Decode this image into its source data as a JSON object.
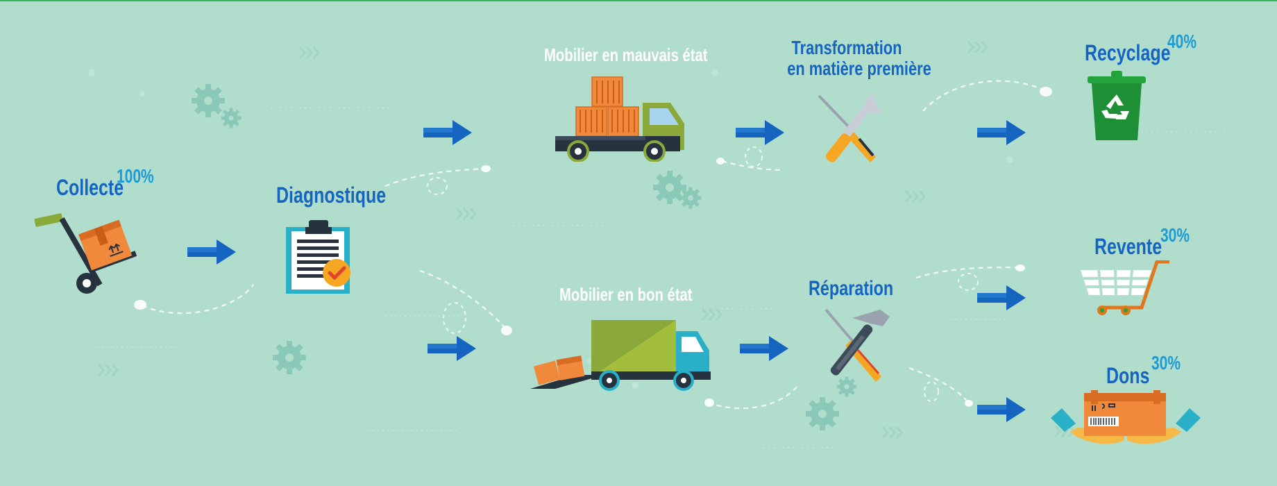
{
  "steps": {
    "collecte": {
      "label": "Collecte",
      "pct": "100%",
      "icon": "hand-truck-icon"
    },
    "diagnostique": {
      "label": "Diagnostique",
      "icon": "clipboard-check-icon"
    },
    "mauvais": {
      "label": "Mobilier en mauvais état",
      "icon": "truck-crates-icon"
    },
    "bon": {
      "label": "Mobilier en bon état",
      "icon": "delivery-truck-icon"
    },
    "transformation": {
      "label_line1": "Transformation",
      "label_line2": "en matière première",
      "icon": "wrench-screwdriver-icon"
    },
    "reparation": {
      "label": "Réparation",
      "icon": "hammer-screwdriver-icon"
    },
    "recyclage": {
      "label": "Recyclage",
      "pct": "40%",
      "icon": "recycle-bin-icon"
    },
    "revente": {
      "label": "Revente",
      "pct": "30%",
      "icon": "shopping-cart-icon"
    },
    "dons": {
      "label": "Dons",
      "pct": "30%",
      "icon": "gift-box-hands-icon"
    }
  },
  "colors": {
    "background": "#b1ddcc",
    "label_blue": "#1565c0",
    "percent_blue": "#1e9ad6",
    "arrow_blue": "#1565c0",
    "box_orange": "#f08a3a",
    "truck_green": "#8ba83a"
  }
}
